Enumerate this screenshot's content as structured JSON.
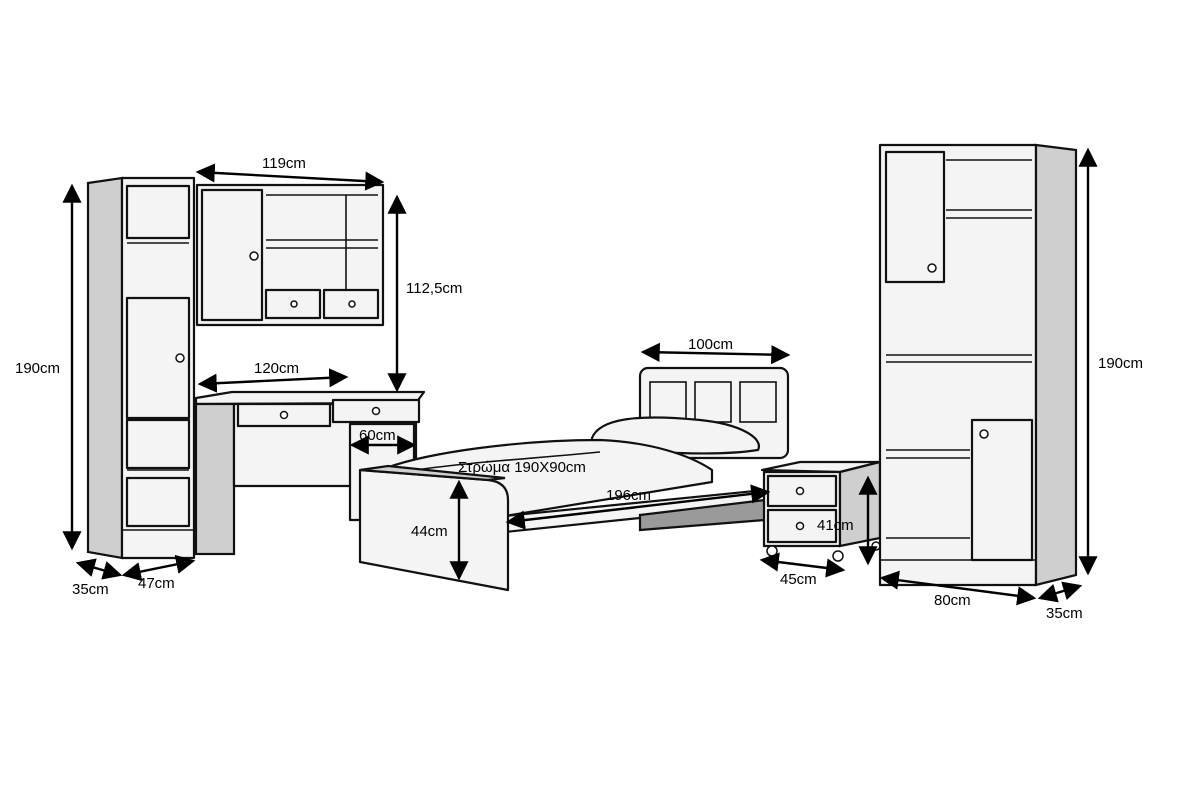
{
  "labels": {
    "left_height": "190cm",
    "left_depth": "35cm",
    "left_width": "47cm",
    "hutch_width": "119cm",
    "hutch_height": "112,5cm",
    "desk_width": "120cm",
    "desk_depth": "60cm",
    "headboard_width": "100cm",
    "mattress": "Στρώμα 190Χ90cm",
    "bed_length": "196cm",
    "bed_height": "44cm",
    "nightstand_height": "41cm",
    "nightstand_width": "45cm",
    "right_height": "190cm",
    "right_width": "80cm",
    "right_depth": "35cm"
  }
}
